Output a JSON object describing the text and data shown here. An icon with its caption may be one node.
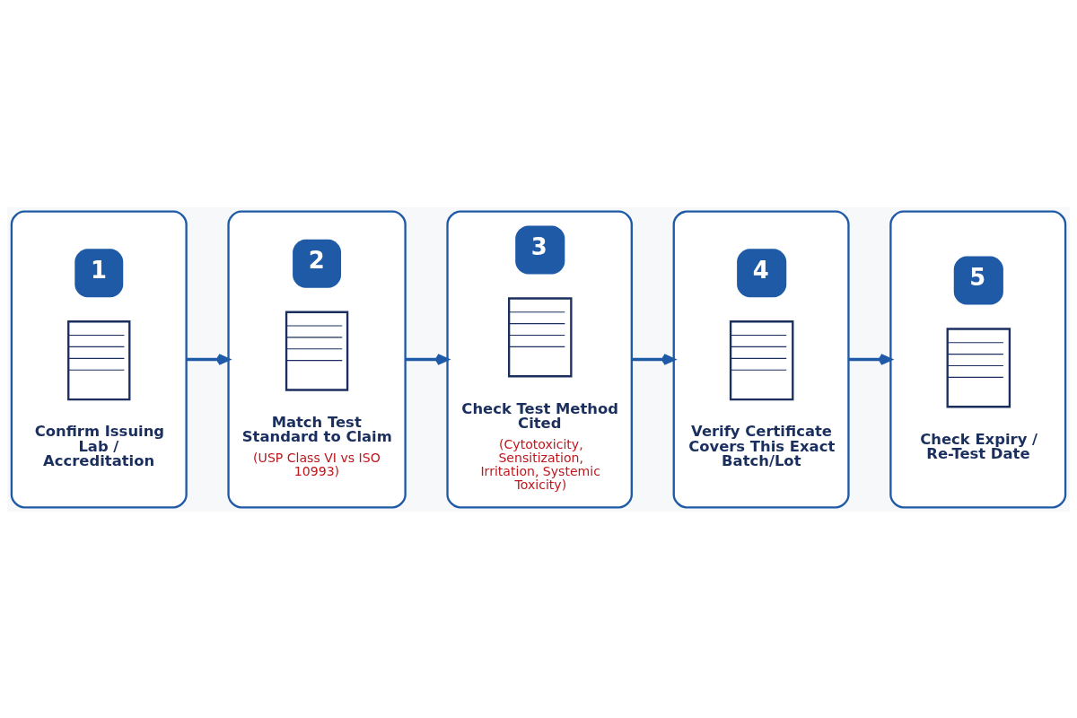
{
  "diagram": {
    "nodes": [
      {
        "text": [
          "1",
          "Confirm Issuing Lab / Accreditation"
        ]
      },
      {
        "text": [
          "2",
          "Match Test Standard to Claim",
          "(USP Class VI vs ISO 10993)"
        ]
      },
      {
        "text": [
          "3",
          "Check Test Method Cited",
          "(Cytotoxicity, Sensitization, Irritation, Systemic Toxicity)"
        ]
      },
      {
        "text": [
          "4",
          "Verify Certificate Covers This Exact Batch/Lot"
        ]
      },
      {
        "text": [
          "5",
          "Check Expiry / Re-Test Date"
        ]
      }
    ],
    "edges": [
      {
        "from": 0,
        "to": 1,
        "arrow": "to"
      },
      {
        "from": 1,
        "to": 2,
        "arrow": "to"
      },
      {
        "from": 2,
        "to": 3,
        "arrow": "to"
      },
      {
        "from": 3,
        "to": 4,
        "arrow": "to"
      }
    ]
  }
}
